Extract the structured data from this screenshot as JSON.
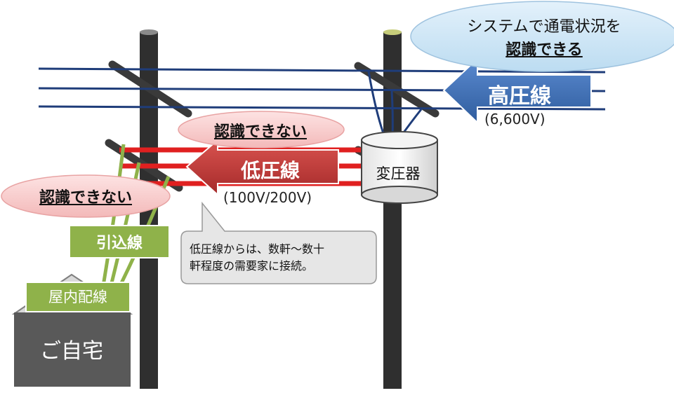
{
  "high_voltage_line": {
    "label": "高圧線",
    "voltage": "(6,600V)",
    "color": "#4472c4"
  },
  "low_voltage_line": {
    "label": "低圧線",
    "voltage": "(100V/200V)",
    "color": "#c0392b"
  },
  "transformer": {
    "label": "変圧器"
  },
  "system_callout": {
    "line1": "システムで通電状況を",
    "line2": "認識できる",
    "color": "#cfe6f7"
  },
  "not_recognized_low": {
    "label": "認識できない"
  },
  "not_recognized_drop": {
    "label": "認識できない"
  },
  "service_drop": {
    "label": "引込線",
    "color": "#8fb24a"
  },
  "indoor_wiring": {
    "label": "屋内配線"
  },
  "house": {
    "label": "ご自宅",
    "color": "#595959"
  },
  "note": {
    "line1": "低圧線からは、数軒～数十",
    "line2": "軒程度の需要家に接続。"
  }
}
